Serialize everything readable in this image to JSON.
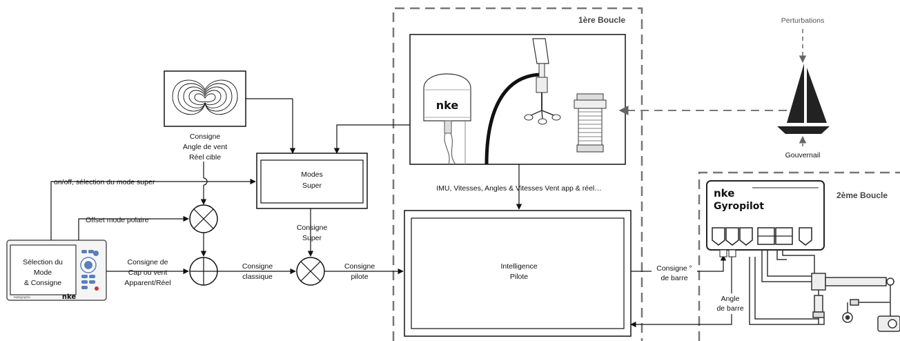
{
  "loops": {
    "first": "1ère Boucle",
    "second": "2ème Boucle"
  },
  "labels": {
    "perturbations": "Perturbations",
    "gouvernail": "Gouvernail",
    "consigne_angle": [
      "Consigne",
      "Angle de vent",
      "Réel cible"
    ],
    "modes_super": [
      "Modes",
      "Super"
    ],
    "on_off": "on/off, sélection du mode super",
    "offset": "Offset mode polaire",
    "consigne_super": [
      "Consigne",
      "Super"
    ],
    "selection": [
      "Sélection du",
      "Mode",
      "& Consigne"
    ],
    "consigne_cap": [
      "Consigne de",
      "Cap ou vent",
      "Apparent/Réel"
    ],
    "consigne_classique": [
      "Consigne",
      "classique"
    ],
    "consigne_pilote": [
      "Consigne",
      "pilote"
    ],
    "imu": "IMU, Vitesses, Angles & Vitesses Vent app & réel…",
    "intelligence": [
      "Intelligence",
      "Pilote"
    ],
    "consigne_barre": [
      "Consigne °",
      "de barre"
    ],
    "angle_barre": [
      "Angle",
      "de barre"
    ],
    "nke": "nke",
    "gyropilot": "Gyropilot",
    "multigraphic": "Multigraphic"
  },
  "colors": {
    "line": "#111111",
    "dashed": "#777777"
  }
}
